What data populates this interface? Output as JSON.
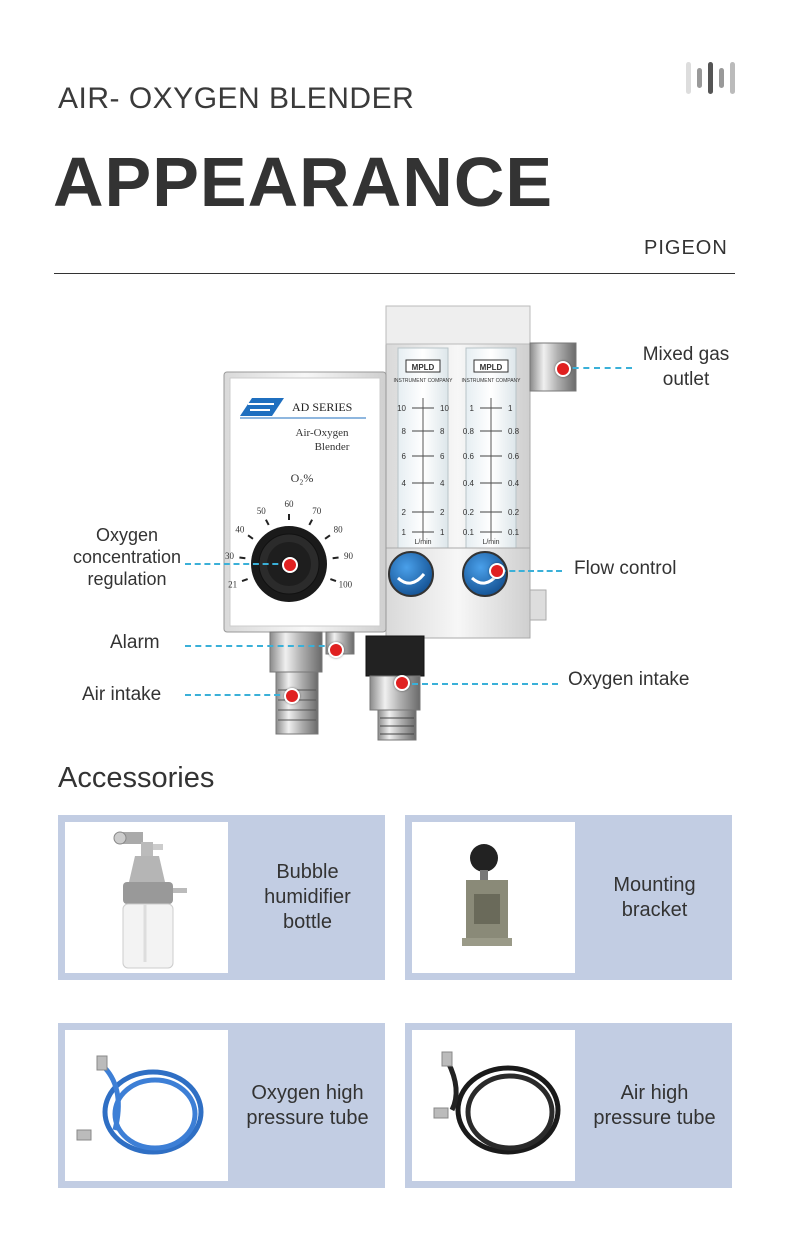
{
  "header": {
    "subtitle": "AIR- OXYGEN BLENDER",
    "title": "APPEARANCE",
    "brand": "PIGEON"
  },
  "device": {
    "series": "AD SERIES",
    "product_line1": "Air-Oxygen",
    "product_line2": "Blender",
    "dial_unit": "O₂%",
    "dial_ticks": [
      "21",
      "30",
      "40",
      "50",
      "60",
      "70",
      "80",
      "90",
      "100"
    ],
    "meter_brand": "MPLD",
    "meter_company": "INSTRUMENT COMPANY",
    "left_scale": [
      "10",
      "8",
      "6",
      "4",
      "2",
      "1"
    ],
    "right_scale": [
      "1",
      "0.8",
      "0.6",
      "0.4",
      "0.2",
      "0.1"
    ],
    "flow_unit": "L/min"
  },
  "callouts": {
    "mixed_gas_outlet_l1": "Mixed gas",
    "mixed_gas_outlet_l2": "outlet",
    "oxygen_regulation_l1": "Oxygen",
    "oxygen_regulation_l2": "concentration",
    "oxygen_regulation_l3": "regulation",
    "flow_control": "Flow control",
    "alarm": "Alarm",
    "air_intake": "Air intake",
    "oxygen_intake": "Oxygen intake"
  },
  "accessories": {
    "title": "Accessories",
    "items": [
      {
        "l1": "Bubble",
        "l2": "humidifier",
        "l3": "bottle"
      },
      {
        "l1": "Mounting",
        "l2": "bracket"
      },
      {
        "l1": "Oxygen high",
        "l2": "pressure tube"
      },
      {
        "l1": "Air high",
        "l2": "pressure tube"
      }
    ]
  },
  "colors": {
    "accent_dash": "#3ab0d8",
    "marker_red": "#e02020",
    "card_bg": "#c2cde3",
    "knob_blue": "#1f6fbf"
  }
}
